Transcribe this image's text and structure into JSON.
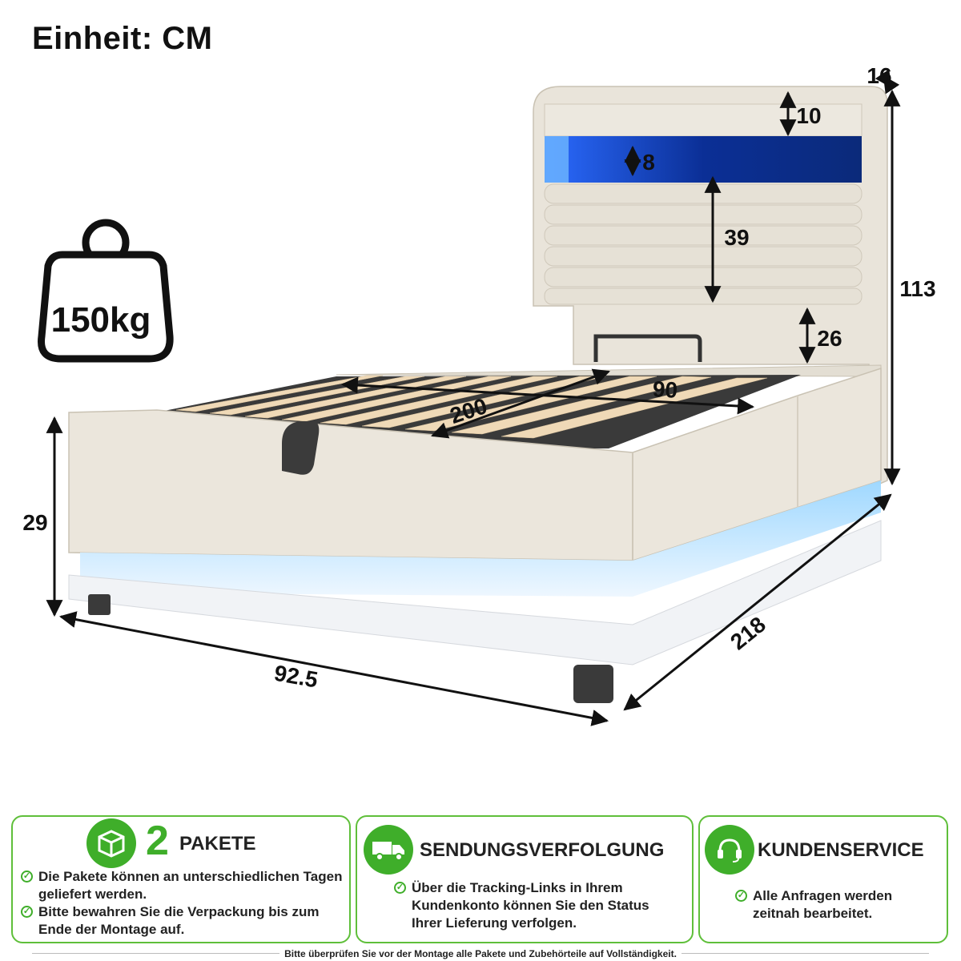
{
  "header": {
    "unit_label": "Einheit: CM"
  },
  "weight_badge": {
    "label": "150kg",
    "icon": "weight-icon"
  },
  "dimensions": {
    "headboard_depth": "16",
    "headboard_top_band": "10",
    "led_strip": "8",
    "headboard_panel": "39",
    "headboard_leg_gap": "26",
    "total_height": "113",
    "mattress_width": "90",
    "mattress_length": "200",
    "base_height": "29",
    "total_width": "92.5",
    "total_length": "218"
  },
  "colors": {
    "accent_green": "#3fae2a",
    "fabric_beige": "#e9e4da",
    "led_blue": "#1f49b8"
  },
  "cards": [
    {
      "icon": "package-box-icon",
      "number": "2",
      "title": "PAKETE",
      "bullets": [
        "Die Pakete können an unterschiedlichen Tagen geliefert werden.",
        "Bitte bewahren Sie die Verpackung bis zum Ende der Montage auf."
      ]
    },
    {
      "icon": "delivery-truck-icon",
      "title": "SENDUNGSVERFOLGUNG",
      "bullets": [
        "Über die Tracking-Links in Ihrem Kundenkonto können Sie den Status Ihrer Lieferung verfolgen."
      ]
    },
    {
      "icon": "headset-icon",
      "title": "KUNDENSERVICE",
      "bullets": [
        "Alle Anfragen werden zeitnah bearbeitet."
      ]
    }
  ],
  "footer": {
    "note": "Bitte überprüfen Sie vor der Montage alle Pakete und Zubehörteile auf Vollständigkeit."
  }
}
